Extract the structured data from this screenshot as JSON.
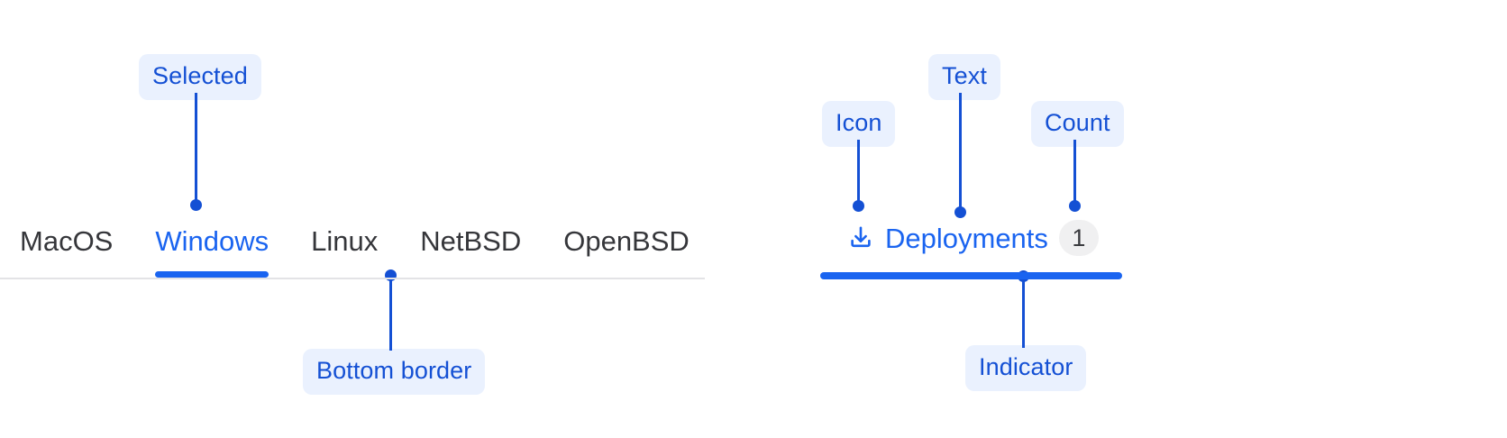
{
  "colors": {
    "accent": "#1a64f0",
    "chip_text": "#1450d4",
    "chip_bg": "#eaf1fe",
    "tab_text": "#35363a",
    "rule": "#e3e3e6",
    "badge_bg": "#f0f0f1",
    "badge_text": "#3a3b3f"
  },
  "left_group": {
    "tabs": [
      {
        "label": "MacOS",
        "selected": false
      },
      {
        "label": "Windows",
        "selected": true
      },
      {
        "label": "Linux",
        "selected": false
      },
      {
        "label": "NetBSD",
        "selected": false
      },
      {
        "label": "OpenBSD",
        "selected": false
      }
    ],
    "annotations": {
      "selected": "Selected",
      "bottom_border": "Bottom border"
    }
  },
  "right_group": {
    "tab": {
      "icon": "download-icon",
      "label": "Deployments",
      "count": "1",
      "selected": true
    },
    "annotations": {
      "icon": "Icon",
      "text": "Text",
      "count": "Count",
      "indicator": "Indicator"
    }
  }
}
